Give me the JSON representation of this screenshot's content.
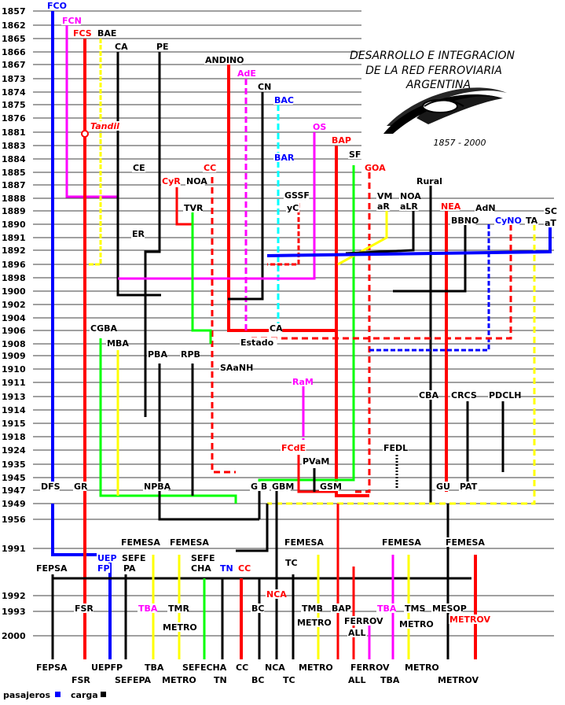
{
  "title": {
    "line1": "DESARROLLO E INTEGRACION",
    "line2": "DE LA RED FERROVIARIA",
    "line3": "ARGENTINA",
    "dates": "1857 - 2000"
  },
  "years": [
    "1857",
    "1862",
    "1865",
    "1866",
    "1867",
    "1873",
    "1874",
    "1875",
    "1876",
    "1881",
    "1883",
    "1884",
    "1885",
    "1887",
    "1888",
    "1889",
    "1890",
    "1891",
    "1892",
    "1896",
    "1898",
    "1900",
    "1902",
    "1904",
    "1906",
    "1908",
    "1909",
    "1910",
    "1911",
    "1913",
    "1914",
    "1915",
    "1918",
    "1924",
    "1935",
    "1945",
    "1947",
    "1949",
    "1956",
    "1991",
    "1992",
    "1993",
    "2000"
  ],
  "legend": {
    "passengers": "pasajeros",
    "cargo": "carga"
  },
  "colors": {
    "black": "#000000",
    "red": "#ff0000",
    "blue": "#0000ff",
    "magenta": "#ff00ff",
    "yellow": "#ffff00",
    "green": "#00ff00",
    "cyan": "#00ffff",
    "white": "#ffffff"
  },
  "labels": [
    {
      "t": "FCO",
      "c": "blue"
    },
    {
      "t": "FCN",
      "c": "magenta"
    },
    {
      "t": "FCS",
      "c": "red"
    },
    {
      "t": "BAE",
      "c": "black"
    },
    {
      "t": "CA",
      "c": "black"
    },
    {
      "t": "PE",
      "c": "black"
    },
    {
      "t": "ANDINO",
      "c": "black"
    },
    {
      "t": "AdE",
      "c": "magenta"
    },
    {
      "t": "CN",
      "c": "black"
    },
    {
      "t": "BAC",
      "c": "blue"
    },
    {
      "t": "Tandil",
      "c": "red"
    },
    {
      "t": "OS",
      "c": "magenta"
    },
    {
      "t": "BAP",
      "c": "red"
    },
    {
      "t": "BAR",
      "c": "blue"
    },
    {
      "t": "SF",
      "c": "black"
    },
    {
      "t": "CE",
      "c": "black"
    },
    {
      "t": "CC",
      "c": "red"
    },
    {
      "t": "GOA",
      "c": "red"
    },
    {
      "t": "CyR",
      "c": "red"
    },
    {
      "t": "NOA",
      "c": "black"
    },
    {
      "t": "Rural",
      "c": "black"
    },
    {
      "t": "GSSF",
      "c": "black"
    },
    {
      "t": "yC",
      "c": "black"
    },
    {
      "t": "VM",
      "c": "black"
    },
    {
      "t": "aR",
      "c": "black"
    },
    {
      "t": "NOA",
      "c": "black"
    },
    {
      "t": "aLR",
      "c": "black"
    },
    {
      "t": "TVR",
      "c": "black"
    },
    {
      "t": "NEA",
      "c": "red"
    },
    {
      "t": "AdN",
      "c": "black"
    },
    {
      "t": "SC",
      "c": "black"
    },
    {
      "t": "aT",
      "c": "black"
    },
    {
      "t": "BBNO",
      "c": "black"
    },
    {
      "t": "CyNO",
      "c": "blue"
    },
    {
      "t": "TA",
      "c": "black"
    },
    {
      "t": "ER",
      "c": "black"
    },
    {
      "t": "CA",
      "c": "black"
    },
    {
      "t": "CGBA",
      "c": "black"
    },
    {
      "t": "Estado",
      "c": "black"
    },
    {
      "t": "MBA",
      "c": "black"
    },
    {
      "t": "PBA",
      "c": "black"
    },
    {
      "t": "RPB",
      "c": "black"
    },
    {
      "t": "SAaNH",
      "c": "black"
    },
    {
      "t": "RaM",
      "c": "magenta"
    },
    {
      "t": "CBA",
      "c": "black"
    },
    {
      "t": "CRCS",
      "c": "black"
    },
    {
      "t": "PDCLH",
      "c": "black"
    },
    {
      "t": "FCdE",
      "c": "red"
    },
    {
      "t": "FEDL",
      "c": "black"
    },
    {
      "t": "PVaM",
      "c": "black"
    },
    {
      "t": "DFS",
      "c": "black"
    },
    {
      "t": "GR",
      "c": "black"
    },
    {
      "t": "NPBA",
      "c": "black"
    },
    {
      "t": "G B",
      "c": "black"
    },
    {
      "t": "GBM",
      "c": "black"
    },
    {
      "t": "GSM",
      "c": "black"
    },
    {
      "t": "GU",
      "c": "black"
    },
    {
      "t": "PAT",
      "c": "black"
    },
    {
      "t": "FEMESA",
      "c": "black"
    },
    {
      "t": "FEMESA",
      "c": "black"
    },
    {
      "t": "FEMESA",
      "c": "black"
    },
    {
      "t": "FEMESA",
      "c": "black"
    },
    {
      "t": "FEMESA",
      "c": "black"
    },
    {
      "t": "UEP",
      "c": "blue"
    },
    {
      "t": "FP",
      "c": "blue"
    },
    {
      "t": "SEFE",
      "c": "black"
    },
    {
      "t": "PA",
      "c": "black"
    },
    {
      "t": "FEPSA",
      "c": "black"
    },
    {
      "t": "SEFE",
      "c": "black"
    },
    {
      "t": "CHA",
      "c": "black"
    },
    {
      "t": "TN",
      "c": "blue"
    },
    {
      "t": "CC",
      "c": "red"
    },
    {
      "t": "TC",
      "c": "black"
    },
    {
      "t": "NCA",
      "c": "red"
    },
    {
      "t": "FSR",
      "c": "black"
    },
    {
      "t": "TBA",
      "c": "magenta"
    },
    {
      "t": "TMR",
      "c": "black"
    },
    {
      "t": "BC",
      "c": "black"
    },
    {
      "t": "TMB",
      "c": "black"
    },
    {
      "t": "BAP",
      "c": "black"
    },
    {
      "t": "TBA",
      "c": "magenta"
    },
    {
      "t": "TMS",
      "c": "black"
    },
    {
      "t": "MESOP",
      "c": "black"
    },
    {
      "t": "METRO",
      "c": "black"
    },
    {
      "t": "METRO",
      "c": "black"
    },
    {
      "t": "FERROV",
      "c": "black"
    },
    {
      "t": "METRO",
      "c": "black"
    },
    {
      "t": "METROV",
      "c": "red"
    },
    {
      "t": "ALL",
      "c": "black"
    },
    {
      "t": "FEPSA",
      "c": "black"
    },
    {
      "t": "FSR",
      "c": "black"
    },
    {
      "t": "UEPFP",
      "c": "black"
    },
    {
      "t": "SEFEPA",
      "c": "black"
    },
    {
      "t": "TBA",
      "c": "black"
    },
    {
      "t": "METRO",
      "c": "black"
    },
    {
      "t": "SEFECHA",
      "c": "black"
    },
    {
      "t": "TN",
      "c": "black"
    },
    {
      "t": "CC",
      "c": "black"
    },
    {
      "t": "BC",
      "c": "black"
    },
    {
      "t": "NCA",
      "c": "black"
    },
    {
      "t": "TC",
      "c": "black"
    },
    {
      "t": "METRO",
      "c": "black"
    },
    {
      "t": "FERROV",
      "c": "black"
    },
    {
      "t": "TBA",
      "c": "black"
    },
    {
      "t": "ALL",
      "c": "black"
    },
    {
      "t": "METRO",
      "c": "black"
    },
    {
      "t": "METROV",
      "c": "black"
    }
  ]
}
